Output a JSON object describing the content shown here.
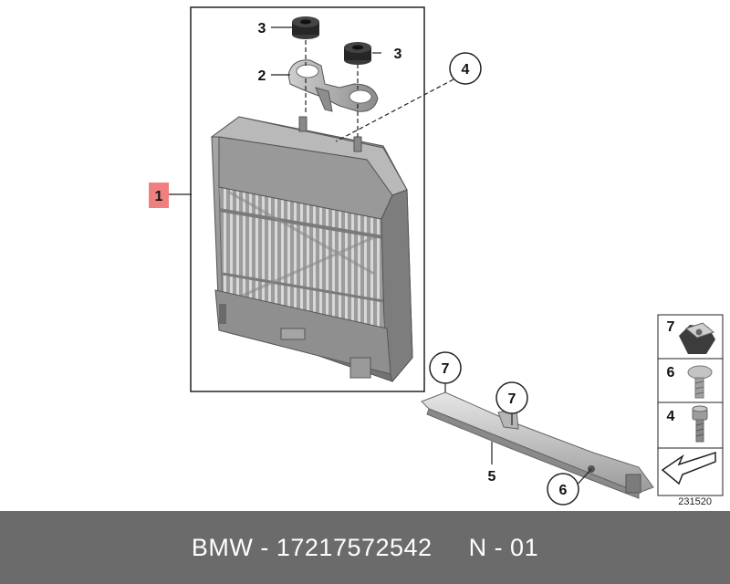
{
  "callouts": {
    "c1": "1",
    "c2": "2",
    "c3a": "3",
    "c3b": "3",
    "c4": "4",
    "c5": "5",
    "c6": "6",
    "c7a": "7",
    "c7b": "7"
  },
  "legend": [
    {
      "num": "7",
      "icon": "clip-nut-icon"
    },
    {
      "num": "6",
      "icon": "torx-screw-icon"
    },
    {
      "num": "4",
      "icon": "bolt-icon"
    },
    {
      "num": "",
      "icon": "direction-arrow-icon"
    }
  ],
  "reference_number": "231520",
  "footer": {
    "text": "BMW - 17217572542     N - 01"
  },
  "colors": {
    "highlight": "#f08080",
    "footer_bg": "#6b6b6b",
    "part_gray": "#8c8c8c"
  }
}
